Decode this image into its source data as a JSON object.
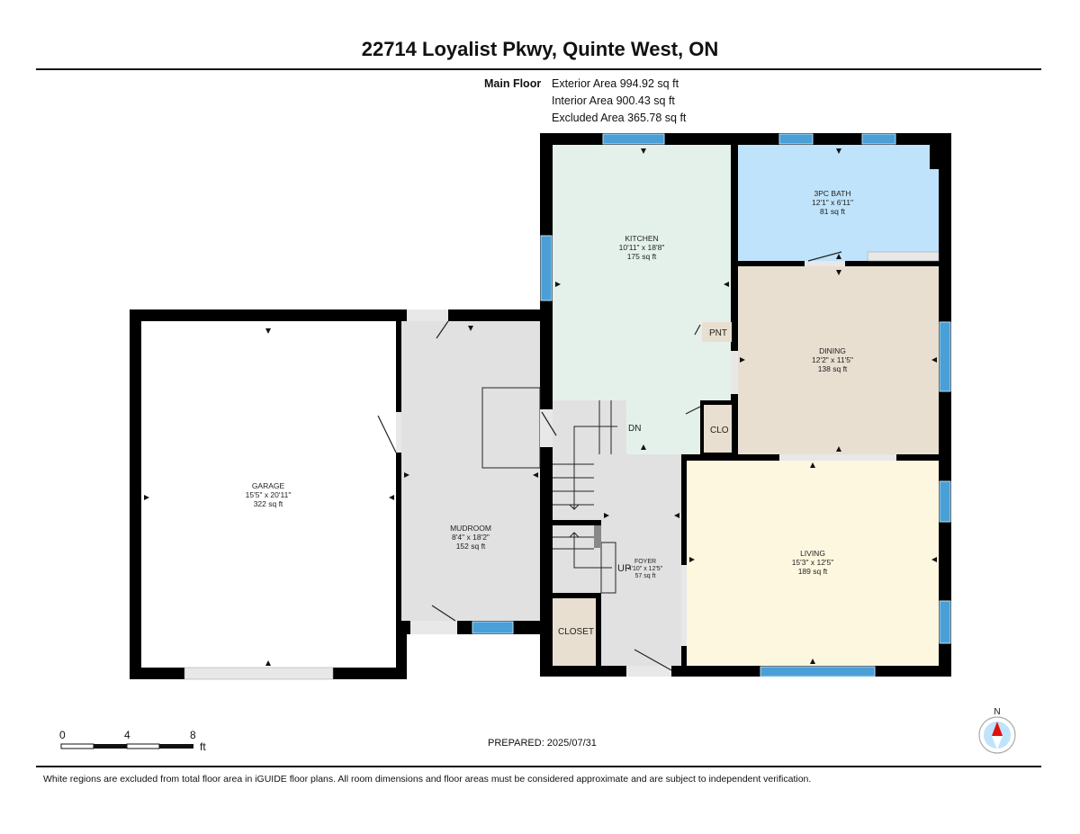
{
  "title": "22714 Loyalist Pkwy, Quinte West, ON",
  "floor": {
    "label": "Main Floor",
    "exterior_area": "Exterior Area 994.92 sq ft",
    "interior_area": "Interior Area 900.43 sq ft",
    "excluded_area": "Excluded Area 365.78 sq ft"
  },
  "rooms": {
    "garage": {
      "name": "GARAGE",
      "dims": "15'5\" x 20'11\"",
      "area": "322 sq ft"
    },
    "mudroom": {
      "name": "MUDROOM",
      "dims": "8'4\" x 18'2\"",
      "area": "152 sq ft"
    },
    "kitchen": {
      "name": "KITCHEN",
      "dims": "10'11\" x 18'8\"",
      "area": "175 sq ft"
    },
    "bath": {
      "name": "3PC BATH",
      "dims": "12'1\" x 6'11\"",
      "area": "81 sq ft"
    },
    "dining": {
      "name": "DINING",
      "dims": "12'2\" x 11'5\"",
      "area": "138 sq ft"
    },
    "living": {
      "name": "LIVING",
      "dims": "15'3\" x 12'5\"",
      "area": "189 sq ft"
    },
    "foyer": {
      "name": "FOYER",
      "dims": "4'10\" x 12'5\"",
      "area": "57 sq ft"
    },
    "pantry": {
      "name": "PNT"
    },
    "clo": {
      "name": "CLO"
    },
    "closet": {
      "name": "CLOSET"
    }
  },
  "stairs": {
    "down": "DN",
    "up": "UP"
  },
  "scale": {
    "t0": "0",
    "t4": "4",
    "t8": "8",
    "unit": "ft"
  },
  "compass": {
    "north": "N"
  },
  "prepared": "PREPARED: 2025/07/31",
  "footer": "White regions are excluded from total floor area in iGUIDE floor plans. All room dimensions and floor areas must be considered approximate and are subject to independent verification.",
  "colors": {
    "wall": "#000000",
    "window": "#4a9fd6",
    "kitchen": "#e3f1ea",
    "bath": "#bfe3fb",
    "dining": "#e8dfd0",
    "living": "#fdf7e0",
    "gray": "#e1e1e1"
  }
}
